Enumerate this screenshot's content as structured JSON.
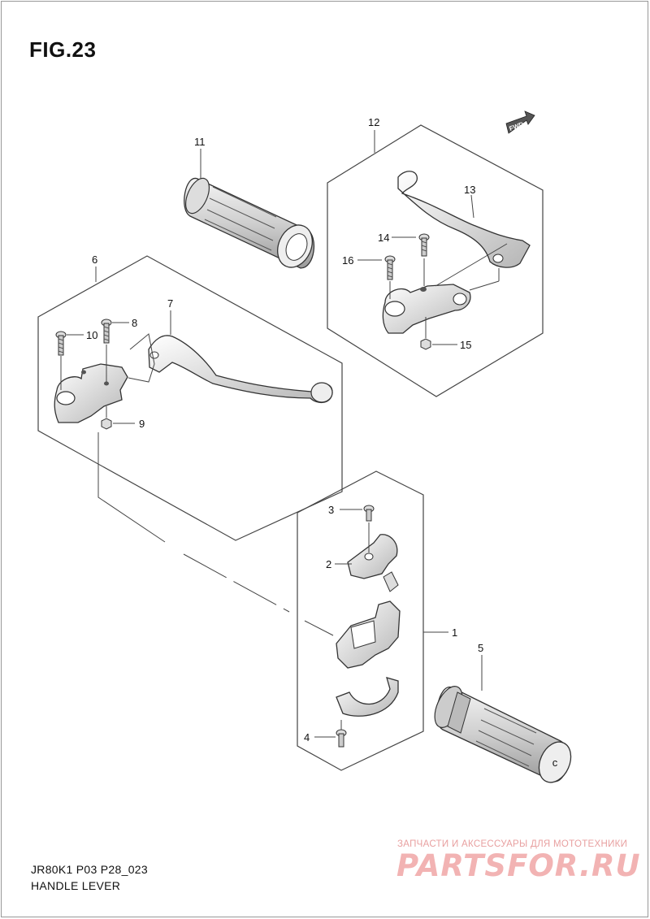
{
  "figure_title": "FIG.23",
  "fwd_label": "FWD",
  "callouts": {
    "p1": "1",
    "p2": "2",
    "p3": "3",
    "p4": "4",
    "p5": "5",
    "p6": "6",
    "p7": "7",
    "p8": "8",
    "p9": "9",
    "p10": "10",
    "p11": "11",
    "p12": "12",
    "p13": "13",
    "p14": "14",
    "p15": "15",
    "p16": "16"
  },
  "footer": {
    "code": "JR80K1 P03 P28_023",
    "caption": "HANDLE LEVER"
  },
  "watermark": {
    "subtitle": "ЗАПЧАСТИ И АКСЕССУАРЫ ДЛЯ МОТОТЕХНИКИ",
    "logo": "PARTSFOR.RU"
  }
}
